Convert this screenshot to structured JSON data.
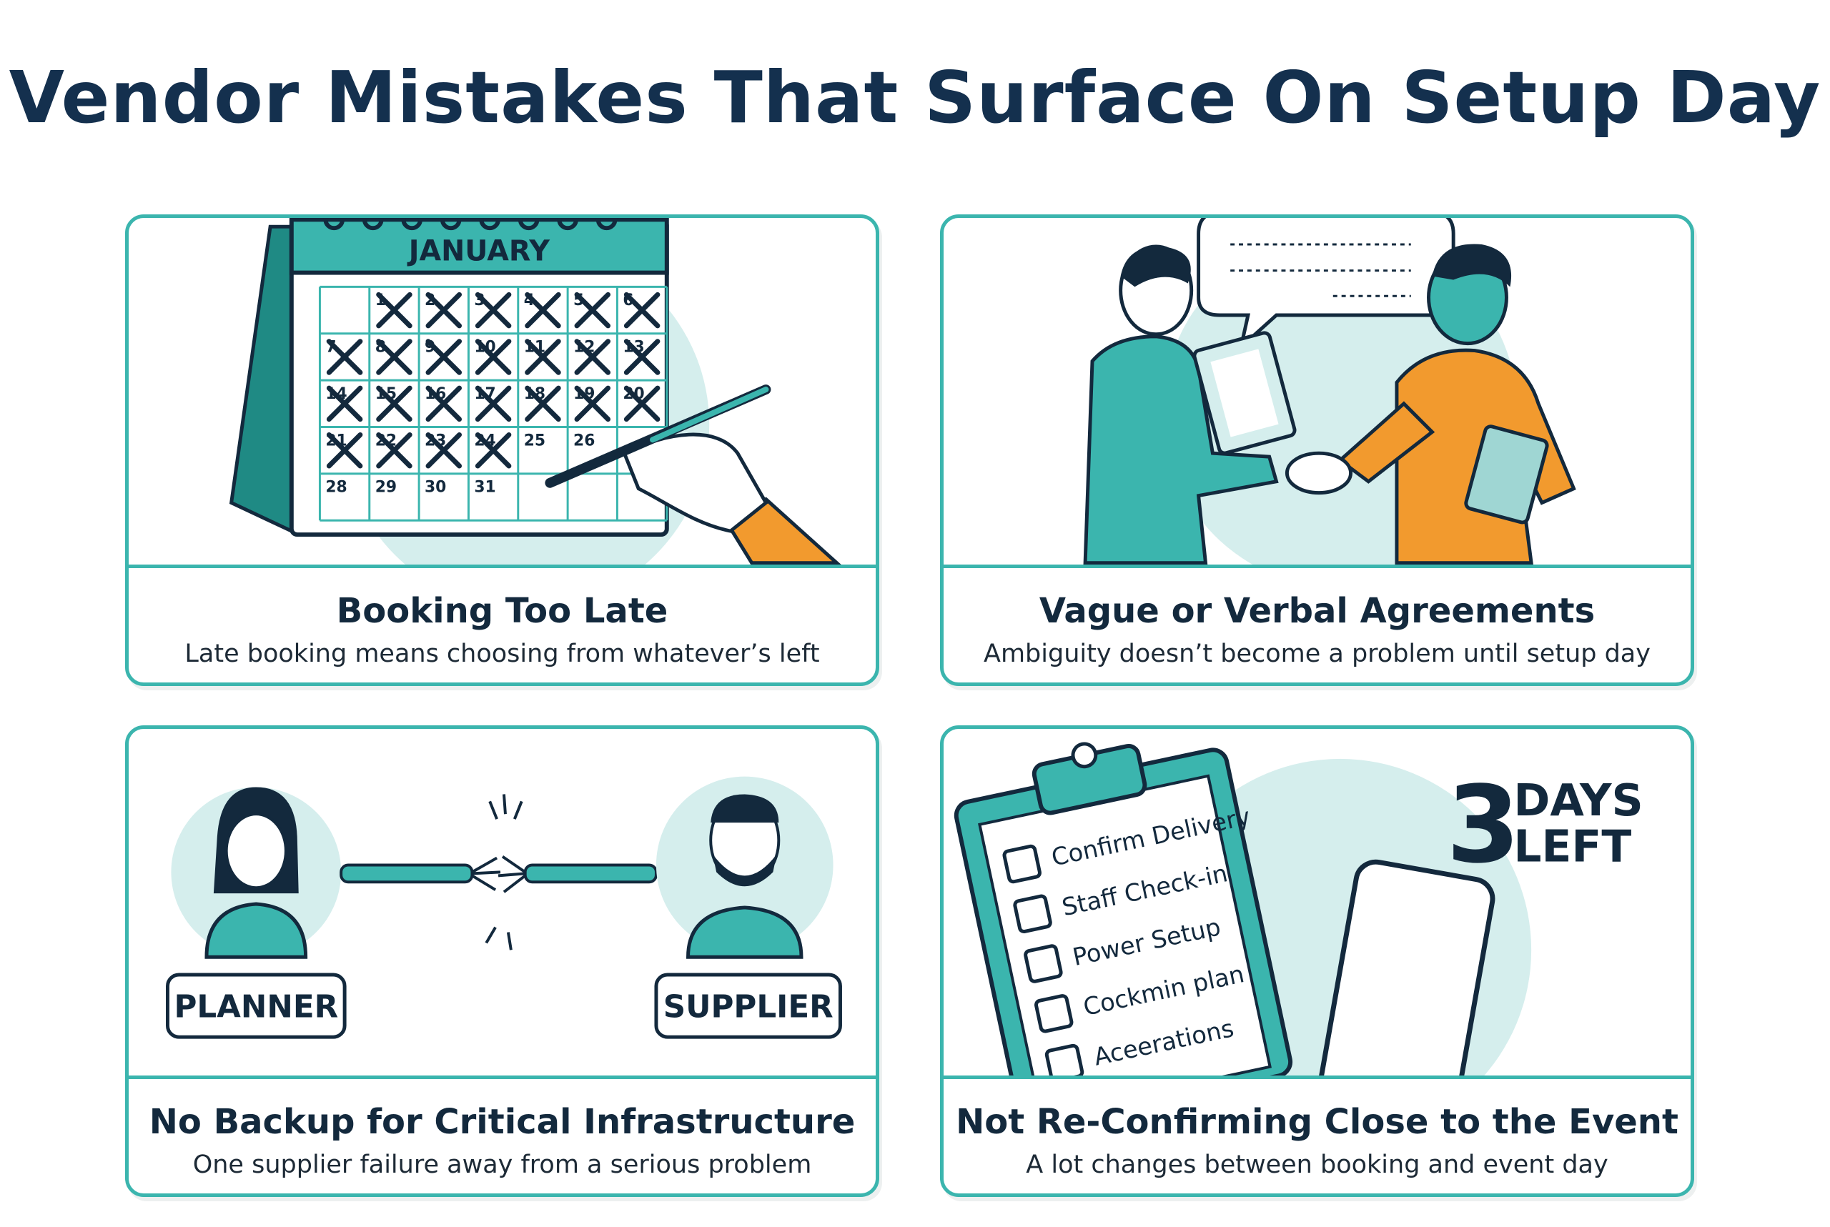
{
  "title": "Vendor Mistakes That Surface On Setup Day",
  "colors": {
    "teal": "#3bb5ae",
    "navy": "#13293d",
    "light_teal": "#d5eeed",
    "orange": "#f29a2e"
  },
  "cards": [
    {
      "title": "Booking Too Late",
      "description": "Late booking means choosing from whatever’s left",
      "icons": [
        "calendar-icon",
        "hand-with-pen-icon"
      ],
      "calendar": {
        "month": "JANUARY",
        "days": [
          "1",
          "2",
          "3",
          "4",
          "5",
          "6",
          "7",
          "8",
          "9",
          "10",
          "11",
          "12",
          "13",
          "14",
          "15",
          "16",
          "17",
          "18",
          "19",
          "20",
          "21",
          "22",
          "23",
          "24",
          "25",
          "26",
          "28",
          "29",
          "30",
          "31"
        ]
      }
    },
    {
      "title": "Vague or Verbal Agreements",
      "description": "Ambiguity doesn’t become a problem until setup day",
      "icons": [
        "handshake-icon",
        "speech-bubble-icon",
        "clipboard-icon"
      ]
    },
    {
      "title": "No Backup for Critical Infrastructure",
      "description": "One supplier failure away from a serious problem",
      "icons": [
        "planner-avatar-icon",
        "broken-rope-icon",
        "supplier-avatar-icon"
      ],
      "labels": {
        "left": "PLANNER",
        "right": "SUPPLIER"
      }
    },
    {
      "title": "Not Re-Confirming Close to the Event",
      "description": "A lot changes between booking and event day",
      "icons": [
        "checklist-clipboard-icon",
        "phone-icon"
      ],
      "checklist": [
        "Confirm Delivery",
        "Staff Check-in",
        "Power Setup",
        "Cockmin plan",
        "Aceerations"
      ],
      "countdown": {
        "number": "3",
        "line1": "DAYS",
        "line2": "LEFT"
      }
    }
  ]
}
